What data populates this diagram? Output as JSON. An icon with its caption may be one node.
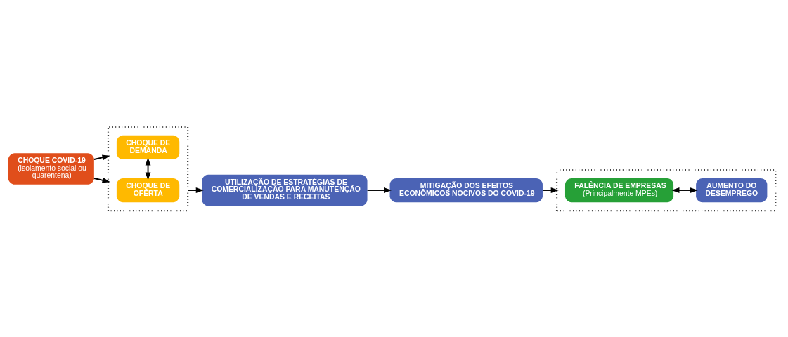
{
  "diagram": {
    "nodes": [
      {
        "text": [
          "CHOQUE COVID-19",
          "(isolamento social ou quarentena)"
        ]
      },
      {
        "text": [],
        "shape": "box"
      },
      {
        "text": [
          "CHOQUE DE DEMANDA"
        ],
        "in": 1
      },
      {
        "text": [
          "CHOQUE DE OFERTA"
        ],
        "in": 1
      },
      {
        "text": [],
        "shape": "box"
      },
      {
        "text": [
          "FALÊNCIA DE EMPRESAS",
          "(Principalmente MPEs)"
        ],
        "in": 4
      },
      {
        "text": [
          "AUMENTO DO DESEMPREGO"
        ],
        "in": 4
      },
      {
        "text": [
          "MITIGAÇÃO DOS EFEITOS ECONÔMICOS NOCIVOS DO COVID-19"
        ]
      },
      {
        "text": [
          "UTILIZAÇÃO DE ESTRATÉGIAS DE COMERCIALIZAÇÃO PARA MANUTENÇÃO DE VENDAS E RECEITAS"
        ]
      }
    ],
    "edges": [
      {
        "from": 0,
        "to": 1,
        "arrow": "to"
      },
      {
        "from": 0,
        "to": 1,
        "arrow": "to"
      },
      {
        "from": 2,
        "to": 3,
        "arrow": "both"
      },
      {
        "from": 1,
        "to": 8,
        "arrow": "to"
      },
      {
        "from": 8,
        "to": 7,
        "arrow": "to"
      },
      {
        "from": 7,
        "to": 4,
        "arrow": "to"
      },
      {
        "from": 5,
        "to": 6,
        "arrow": "both"
      }
    ]
  }
}
